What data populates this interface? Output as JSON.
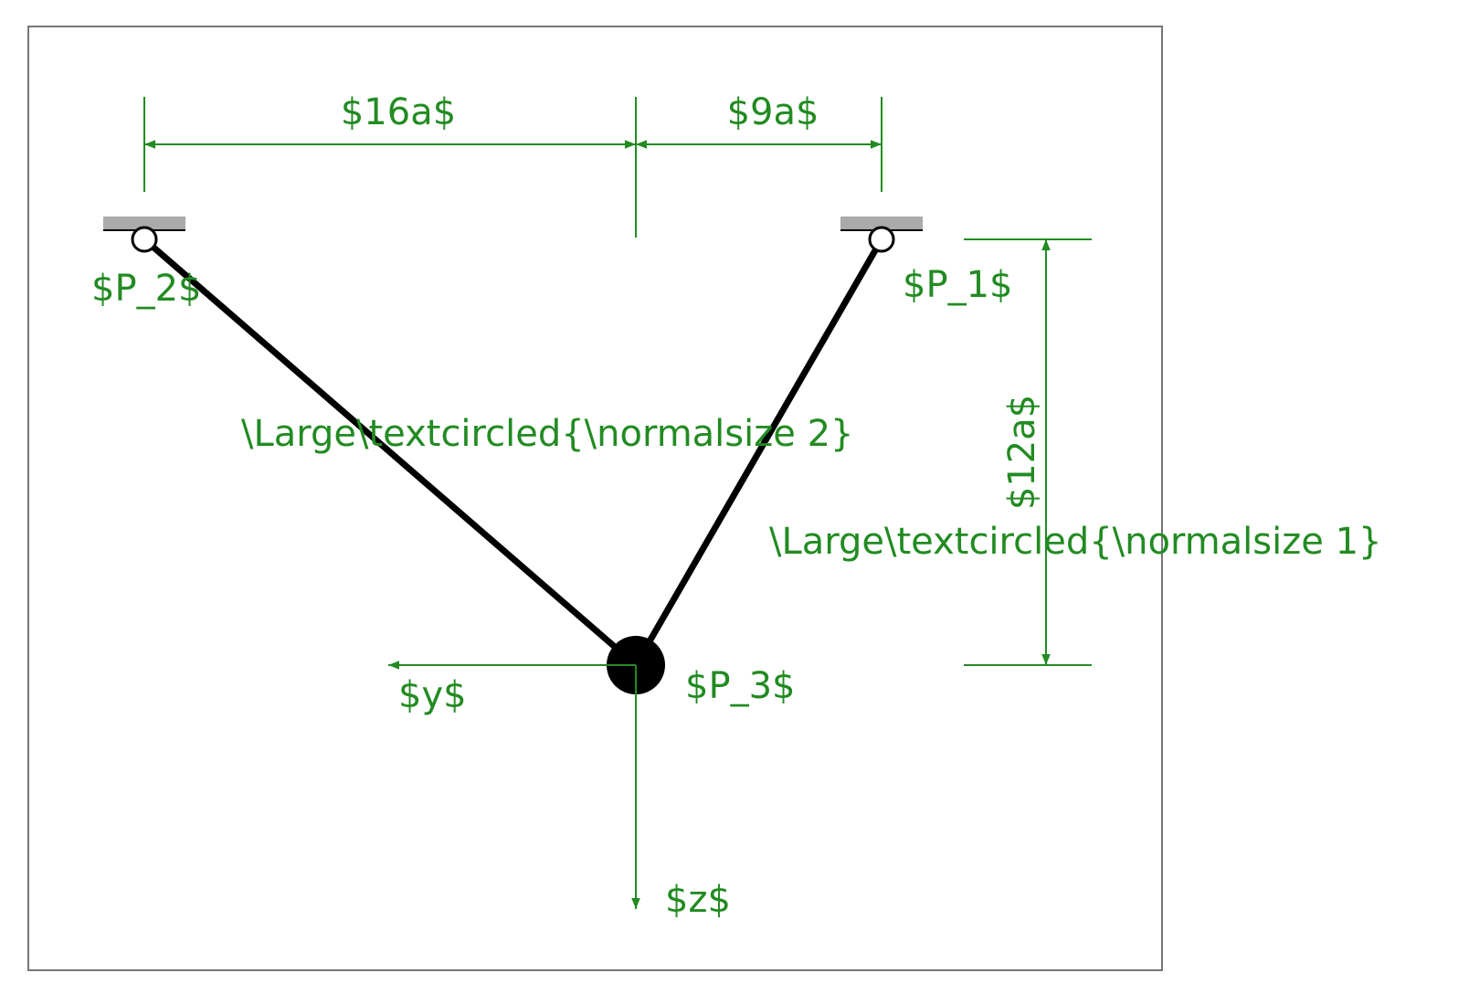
{
  "colors": {
    "annotation": "#228b22",
    "member": "#000000",
    "support": "#aaaaaa",
    "frame": "#777777"
  },
  "labels": {
    "p1": "$P_1$",
    "p2": "$P_2$",
    "p3": "$P_3$",
    "dim_16a": "$16a$",
    "dim_9a": "$9a$",
    "dim_12a": "$12a$",
    "member_2": "\\Large\\textcircled{\\normalsize 2}",
    "member_1": "\\Large\\textcircled{\\normalsize 1}",
    "axis_y": "$y$",
    "axis_z": "$z$"
  }
}
